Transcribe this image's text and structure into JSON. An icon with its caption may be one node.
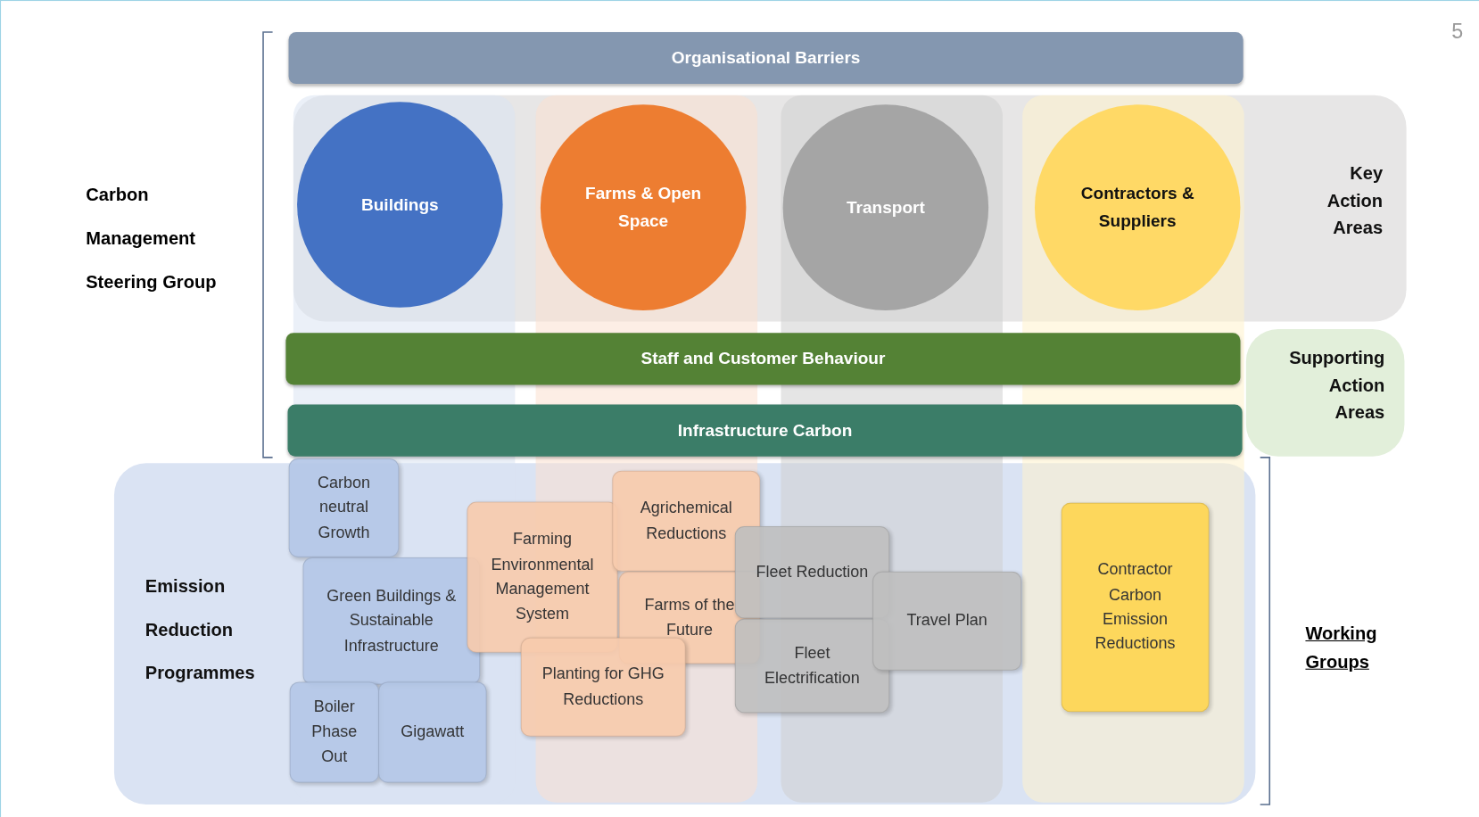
{
  "diagram": {
    "nodes": [
      {
        "text": [
          "Organisational Barriers"
        ]
      },
      {
        "text": [
          "Key Action Areas"
        ]
      },
      {
        "text": [
          "Buildings"
        ],
        "in": 1
      },
      {
        "text": [
          "Farms & Open Space"
        ],
        "in": 1
      },
      {
        "text": [
          "Transport"
        ],
        "in": 1
      },
      {
        "text": [
          "Contractors & Suppliers"
        ],
        "in": 1
      },
      {
        "text": [
          "Staff and Customer Behaviour"
        ]
      },
      {
        "text": [
          "Supporting Action Areas"
        ]
      },
      {
        "text": [
          "Infrastructure Carbon"
        ]
      },
      {
        "text": [
          "Emission Reduction Programmes"
        ]
      },
      {
        "text": [
          "Carbon neutral Growth"
        ],
        "in": 9
      },
      {
        "text": [
          "Green Buildings & Sustainable Infrastructure"
        ],
        "in": 9
      },
      {
        "text": [
          "Boiler Phase Out"
        ],
        "in": 9
      },
      {
        "text": [
          "Gigawatt"
        ],
        "in": 9
      },
      {
        "text": [
          "Farming Environmental Management System"
        ],
        "in": 9
      },
      {
        "text": [
          "Agrichemical Reductions"
        ],
        "in": 9
      },
      {
        "text": [
          "Farms of the Future"
        ],
        "in": 9
      },
      {
        "text": [
          "Planting for GHG Reductions"
        ],
        "in": 9
      },
      {
        "text": [
          "Fleet Reduction"
        ],
        "in": 9
      },
      {
        "text": [
          "Fleet Electrification"
        ],
        "in": 9
      },
      {
        "text": [
          "Travel Plan"
        ],
        "in": 9
      },
      {
        "text": [
          "Contractor Carbon Emission Reductions"
        ],
        "in": 9
      }
    ],
    "edges": [],
    "labels": [
      "5",
      "Carbon Management Steering Group",
      "Working Groups"
    ]
  }
}
